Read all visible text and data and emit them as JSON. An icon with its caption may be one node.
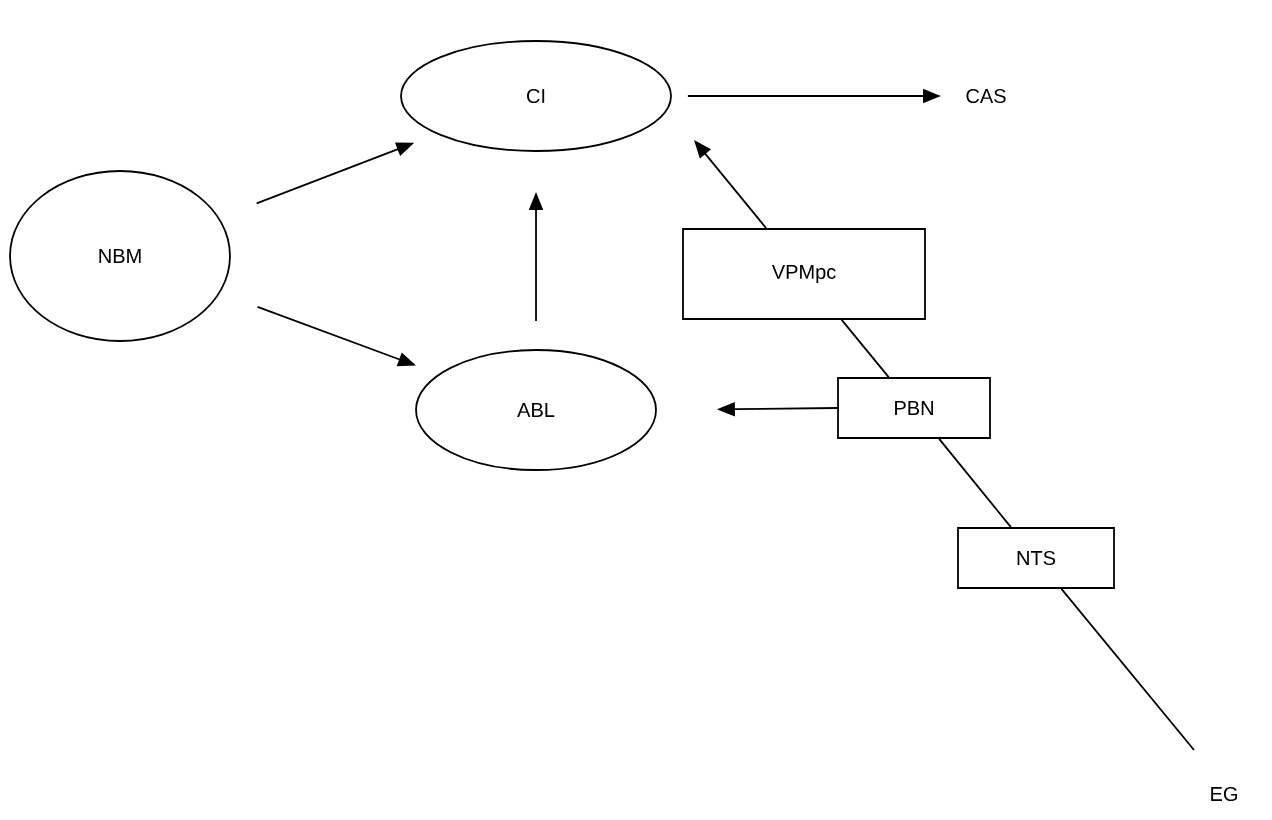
{
  "diagram": {
    "nodes": [
      {
        "text": [
          "CI"
        ]
      },
      {
        "text": [
          "CAS"
        ]
      },
      {
        "text": [
          "NBM"
        ]
      },
      {
        "text": [
          "ABL"
        ]
      },
      {
        "text": [
          "VPMpc"
        ]
      },
      {
        "text": [
          "PBN"
        ]
      },
      {
        "text": [
          "NTS"
        ]
      },
      {
        "text": [
          "EG"
        ]
      }
    ],
    "edges": [
      {
        "from": 2,
        "to": 0,
        "arrow": "to"
      },
      {
        "from": 2,
        "to": 3,
        "arrow": "to"
      },
      {
        "from": 3,
        "to": 0,
        "arrow": "to"
      },
      {
        "from": 0,
        "to": 1,
        "arrow": "to"
      },
      {
        "from": 7,
        "to": 6,
        "arrow": "none"
      },
      {
        "from": 6,
        "to": 5,
        "arrow": "none"
      },
      {
        "from": 5,
        "to": 4,
        "arrow": "none"
      },
      {
        "from": 4,
        "to": 0,
        "arrow": "to"
      },
      {
        "from": 5,
        "to": 3,
        "arrow": "to"
      }
    ]
  }
}
